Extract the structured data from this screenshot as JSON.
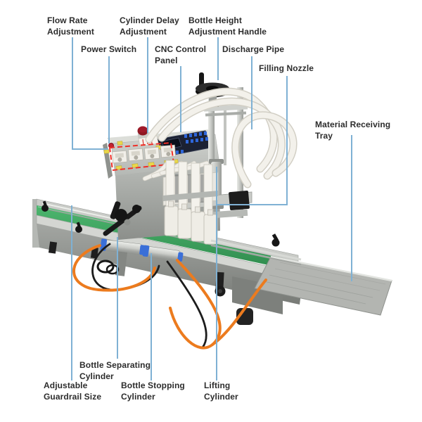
{
  "labels": {
    "flow_rate": "Flow Rate\nAdjustment",
    "cylinder_delay": "Cylinder Delay\nAdjustment",
    "bottle_height": "Bottle Height\nAdjustment Handle",
    "power_switch": "Power Switch",
    "cnc_panel": "CNC Control\nPanel",
    "discharge_pipe": "Discharge Pipe",
    "filling_nozzle": "Filling Nozzle",
    "material_tray": "Material Receiving\nTray",
    "bottle_separating": "Bottle Separating\nCylinder",
    "adjustable_guardrail": "Adjustable\nGuardrail Size",
    "bottle_stopping": "Bottle Stopping\nCylinder",
    "lifting_cylinder": "Lifting\nCylinder"
  },
  "colors": {
    "leader_line": "#7fb1d4",
    "highlight_dashed": "#ee3028",
    "tube_orange": "#ec7b1e",
    "button_blue": "#2e66d9",
    "fitting_blue": "#3a6fd8",
    "panel_navy": "#1b2133",
    "estop_red": "#8f1722",
    "yellow_tag": "#e9d74b",
    "belt_green": "#3fa661",
    "text_color": "#2c2c2c"
  }
}
